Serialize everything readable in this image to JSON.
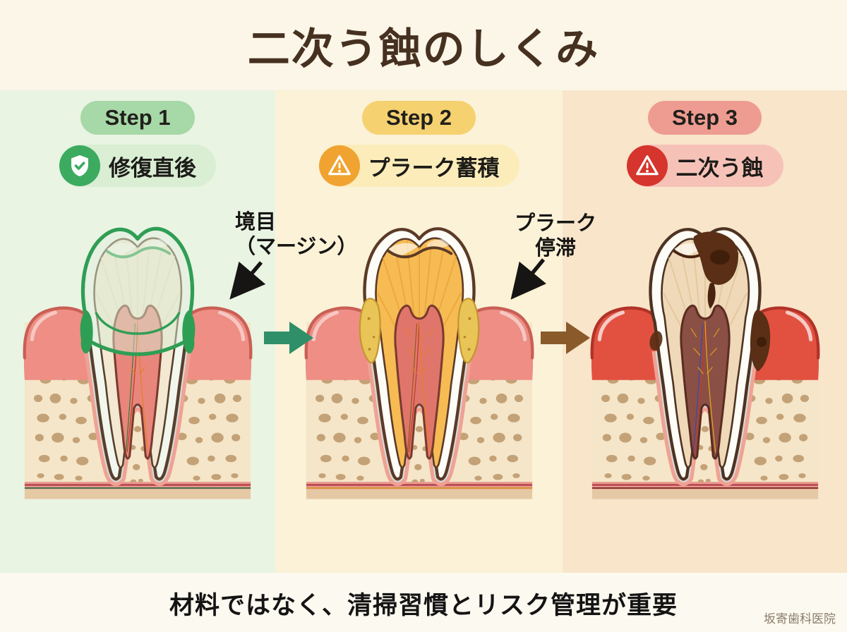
{
  "header": {
    "title": "二次う蝕のしくみ"
  },
  "panels": [
    {
      "step_label": "Step 1",
      "status_label": "修復直後",
      "status_icon": "shield-check-icon",
      "colors": {
        "panel_bg": "#e9f4e3",
        "step_bg": "#a7d8a7",
        "status_bg": "#d9eed3",
        "icon_bg": "#3cab60"
      },
      "art": {
        "type": "restored",
        "enamel": "#f2f7ee",
        "outline": "#58402c",
        "top_line": "#2f9e55",
        "dentin": "#f3e8d2",
        "dentin_stripe": "#e7d6b4",
        "pulp": "#e8867c",
        "pulp_outline": "#7a3b2e",
        "nerve1": "#c0392b",
        "nerve2": "#e67e22",
        "nerve3": "#2e7d32",
        "gum": "#ee8e84",
        "gum_dark": "#c95f55",
        "gum_gloss": 0.5,
        "ligament": "#efa293",
        "bone": "#f5e6c9",
        "bone_spot": "#bb9569",
        "band_pink": "#e89a8e",
        "band_red": "#b03a4a",
        "band_line2": "#2e6b3e",
        "band_tan": "#e5c9a4",
        "accent": "#2f9e55",
        "overlay_fill": "#d9ecd3"
      }
    },
    {
      "step_label": "Step 2",
      "status_label": "プラーク蓄積",
      "status_icon": "warning-triangle-icon",
      "colors": {
        "panel_bg": "#fbf2d7",
        "step_bg": "#f6d170",
        "status_bg": "#fcecb9",
        "icon_bg": "#f0a330"
      },
      "art": {
        "type": "plaque",
        "enamel": "#fdfcf7",
        "outline": "#5b3a26",
        "top_line": "#5b3a26",
        "dentin": "#f6bb53",
        "dentin_stripe": "#eba236",
        "pulp": "#e0766b",
        "pulp_outline": "#7a3b2e",
        "nerve1": "#c0392b",
        "nerve2": "#e67e22",
        "nerve3": "#8e5b1e",
        "gum": "#ee8e84",
        "gum_dark": "#c95f55",
        "gum_gloss": 0.5,
        "ligament": "#efa293",
        "bone": "#f5e6c9",
        "bone_spot": "#bb9569",
        "band_pink": "#e89a8e",
        "band_red": "#b03a4a",
        "band_line2": "#d98f23",
        "band_tan": "#e5c9a4",
        "accent": "#e9c558",
        "plaque_stroke": "#c39630",
        "plaque_dot": "#b4862a"
      }
    },
    {
      "step_label": "Step 3",
      "status_label": "二次う蝕",
      "status_icon": "alert-triangle-icon",
      "colors": {
        "panel_bg": "#f8e5ca",
        "step_bg": "#ee9c91",
        "status_bg": "#f6c2b8",
        "icon_bg": "#d5352c"
      },
      "art": {
        "type": "decay",
        "enamel": "#fdfcf7",
        "outline": "#4e3322",
        "top_line": "#4a2410",
        "dentin": "#efd9b8",
        "dentin_stripe": "#e0c294",
        "pulp": "#8a5045",
        "pulp_outline": "#5c2c22",
        "nerve1": "#c0392b",
        "nerve2": "#e6a422",
        "nerve3": "#3949ab",
        "gum": "#e25140",
        "gum_dark": "#b13328",
        "gum_gloss": 0.7,
        "ligament": "#efa293",
        "bone": "#f5e6c9",
        "bone_spot": "#bb9569",
        "band_pink": "#e89a8e",
        "band_red": "#b03a4a",
        "band_line2": "#7a1f1f",
        "band_tan": "#e5c9a4",
        "accent": "#5a2f15",
        "decay_dark": "#3f1e0a",
        "decay_mid": "#4a2410"
      }
    }
  ],
  "annotations": {
    "margin": {
      "line1": "境目",
      "line2": "（マージン）"
    },
    "plaque": {
      "line1": "プラーク",
      "line2": "停滞"
    }
  },
  "arrows": [
    {
      "name": "arrow-step1-to-step2",
      "color": "#2e8f68"
    },
    {
      "name": "arrow-step2-to-step3",
      "color": "#8a5a2a"
    }
  ],
  "footer": {
    "message": "材料ではなく、清掃習慣とリスク管理が重要",
    "clinic": "坂寄歯科医院"
  },
  "palette": {
    "page_bg": "#fbf6e7",
    "footer_bg": "#fcf9f0",
    "title_color": "#46301f",
    "annotation_color": "#161513",
    "footer_text_color": "#141414",
    "clinic_color": "#8b7c6a"
  }
}
